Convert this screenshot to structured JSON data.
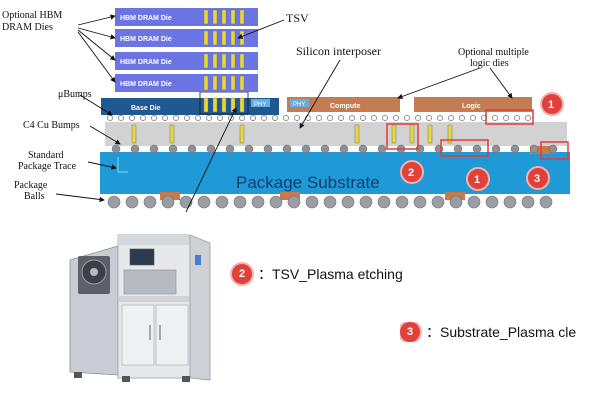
{
  "diagram": {
    "labels": {
      "optional_hbm": [
        "Optional HBM",
        "DRAM Dies"
      ],
      "tsv": "TSV",
      "silicon_interposer": "Silicon interposer",
      "optional_logic": [
        "Optional multiple",
        "logic dies"
      ],
      "ubumps": "μBumps",
      "c4_bumps": "C4 Cu Bumps",
      "standard_trace": [
        "Standard",
        "Package Trace"
      ],
      "package_balls": [
        "Package",
        "Balls"
      ]
    },
    "dies": {
      "hbm": [
        "HBM DRAM Die",
        "HBM DRAM Die",
        "HBM DRAM Die",
        "HBM DRAM Die"
      ],
      "base": "Base Die",
      "phy": "PHY",
      "compute": "Compute",
      "logic": "Logic"
    },
    "substrate": "Package Substrate",
    "markers": [
      "1",
      "2",
      "1",
      "3"
    ]
  },
  "legend": [
    {
      "num": "2",
      "sep": "：",
      "text": "TSV_Plasma etching"
    },
    {
      "num": "3",
      "sep": "：",
      "text": "Substrate_Plasma cle"
    }
  ],
  "machine": {
    "name": "plasma-etching-machine"
  }
}
